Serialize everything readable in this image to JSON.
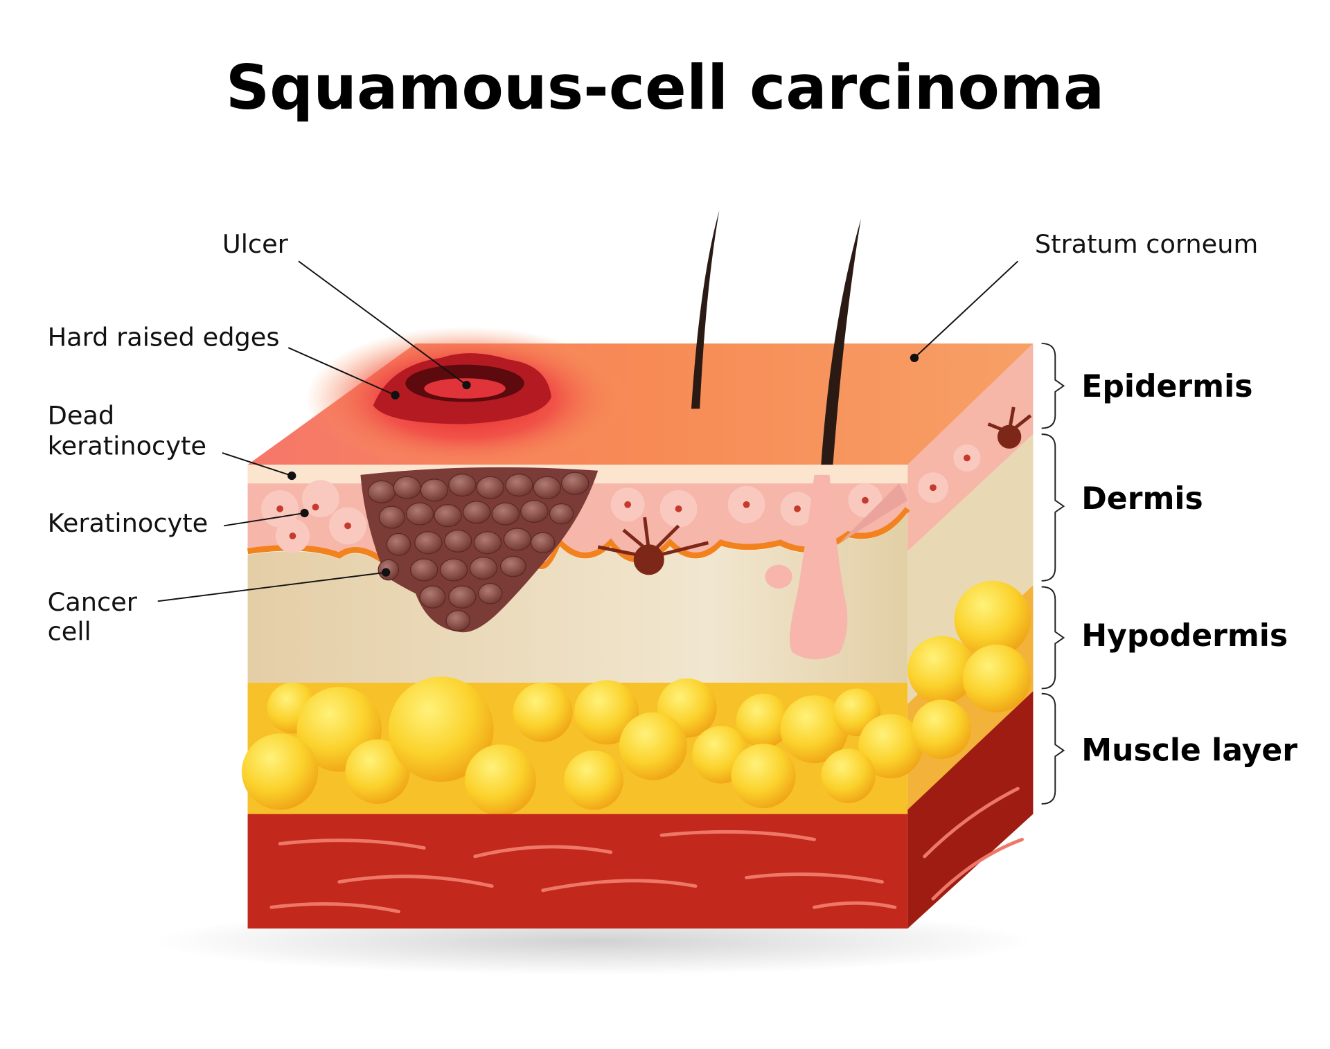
{
  "title": "Squamous-cell carcinoma",
  "left_labels": [
    {
      "id": "ulcer",
      "text": "Ulcer"
    },
    {
      "id": "hard-raised-edges",
      "text": "Hard raised edges"
    },
    {
      "id": "dead-keratinocyte",
      "line1": "Dead",
      "line2": "keratinocyte"
    },
    {
      "id": "keratinocyte",
      "text": "Keratinocyte"
    },
    {
      "id": "cancer-cell",
      "line1": "Cancer",
      "line2": "cell"
    }
  ],
  "right_top_label": "Stratum corneum",
  "layers": [
    {
      "id": "epidermis",
      "text": "Epidermis"
    },
    {
      "id": "dermis",
      "text": "Dermis"
    },
    {
      "id": "hypodermis",
      "text": "Hypodermis"
    },
    {
      "id": "muscle-layer",
      "text": "Muscle layer"
    }
  ],
  "colors": {
    "skin_top": "#f79a5a",
    "ulcer": "#b81d24",
    "epidermis": "#f6b3a8",
    "dermis": "#e7d4ae",
    "fat": "#f9c52a",
    "muscle": "#c0271a",
    "muscle_streak": "#ee7a6a",
    "cancer": "#8a4a44"
  }
}
